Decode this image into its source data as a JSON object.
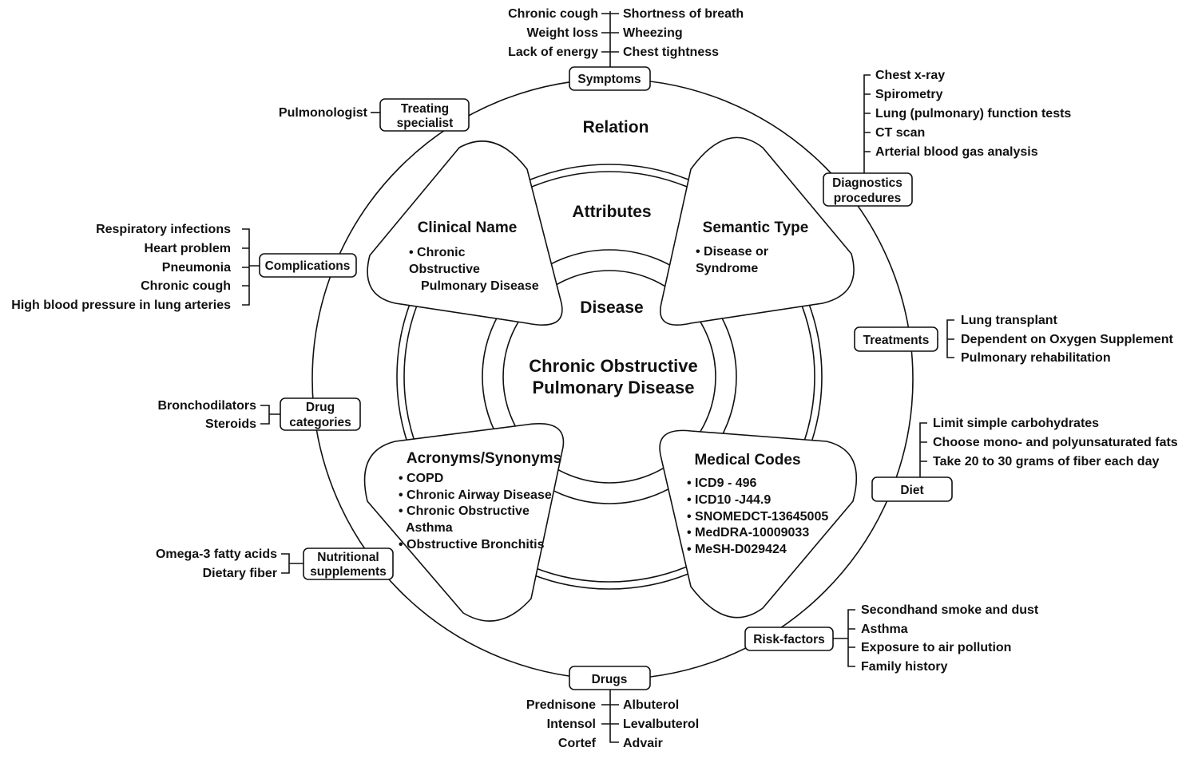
{
  "center": {
    "line1": "Chronic Obstructive",
    "line2": "Pulmonary Disease"
  },
  "rings": {
    "outer": "Relation",
    "middle": "Attributes",
    "inner": "Disease"
  },
  "petals": {
    "clinical_name": {
      "title": "Clinical Name",
      "lines": [
        "•  Chronic",
        "Obstructive",
        "Pulmonary Disease"
      ]
    },
    "semantic_type": {
      "title": "Semantic Type",
      "lines": [
        "•  Disease or",
        "Syndrome"
      ]
    },
    "acronyms": {
      "title": "Acronyms/Synonyms",
      "lines": [
        "• COPD",
        "• Chronic Airway Disease",
        "• Chronic Obstructive",
        "Asthma",
        "• Obstructive Bronchitis"
      ]
    },
    "medical_codes": {
      "title": "Medical Codes",
      "lines": [
        "• ICD9 - 496",
        "• ICD10 -J44.9",
        "• SNOMEDCT-13645005",
        "• MedDRA-10009033",
        "• MeSH-D029424"
      ]
    }
  },
  "relations": {
    "symptoms": {
      "label": "Symptoms",
      "left": [
        "Chronic cough",
        "Weight loss",
        "Lack of energy"
      ],
      "right": [
        "Shortness of breath",
        "Wheezing",
        "Chest tightness"
      ]
    },
    "treating_specialist": {
      "label1": "Treating",
      "label2": "specialist",
      "items": [
        "Pulmonologist"
      ]
    },
    "diagnostics": {
      "label1": "Diagnostics",
      "label2": "procedures",
      "items": [
        "Chest x-ray",
        "Spirometry",
        "Lung (pulmonary) function tests",
        "CT scan",
        "Arterial blood gas analysis"
      ]
    },
    "complications": {
      "label": "Complications",
      "items": [
        "Respiratory infections",
        "Heart problem",
        "Pneumonia",
        "Chronic cough",
        "High blood pressure in lung arteries"
      ]
    },
    "treatments": {
      "label": "Treatments",
      "items": [
        "Lung transplant",
        "Dependent on Oxygen Supplement",
        "Pulmonary rehabilitation"
      ]
    },
    "drug_categories": {
      "label1": "Drug",
      "label2": "categories",
      "items": [
        "Bronchodilators",
        "Steroids"
      ]
    },
    "diet": {
      "label": "Diet",
      "items": [
        "Limit simple carbohydrates",
        "Choose mono- and polyunsaturated fats",
        "Take 20 to 30 grams of fiber each day"
      ]
    },
    "nutritional_supplements": {
      "label1": "Nutritional",
      "label2": "supplements",
      "items": [
        "Omega-3 fatty acids",
        "Dietary fiber"
      ]
    },
    "risk_factors": {
      "label": "Risk-factors",
      "items": [
        "Secondhand smoke and dust",
        "Asthma",
        "Exposure to air pollution",
        "Family history"
      ]
    },
    "drugs": {
      "label": "Drugs",
      "left": [
        "Prednisone",
        "Intensol",
        "Cortef"
      ],
      "right": [
        "Albuterol",
        "Levalbuterol",
        "Advair"
      ]
    }
  }
}
